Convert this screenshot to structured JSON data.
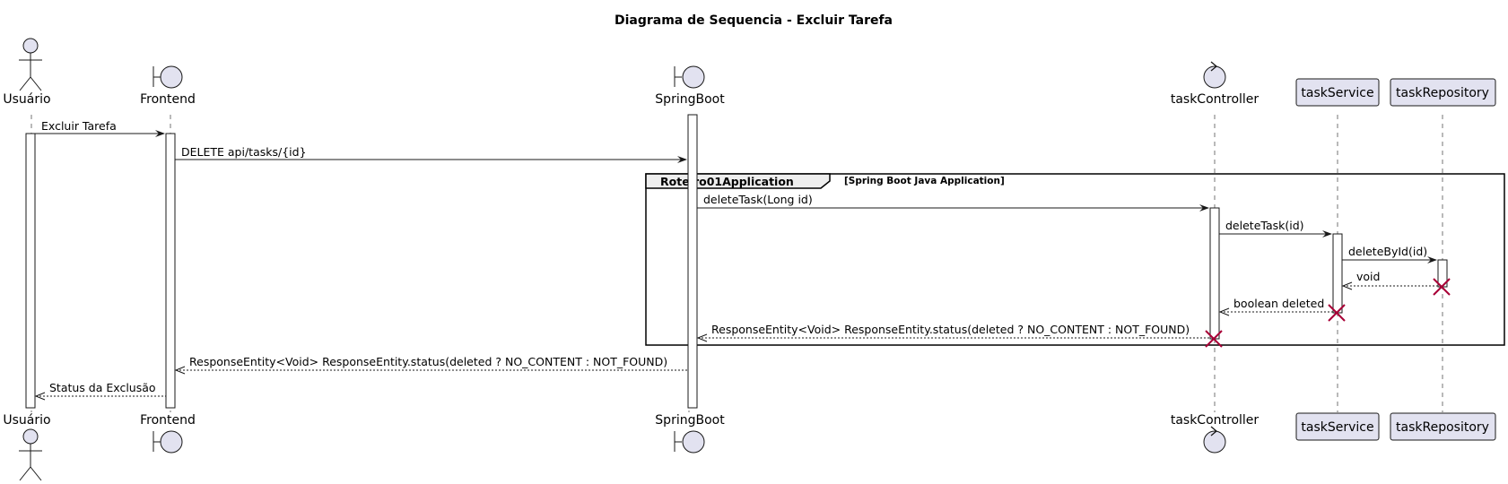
{
  "title": "Diagrama de Sequencia  - Excluir Tarefa",
  "participants": {
    "usuario": "Usuário",
    "frontend": "Frontend",
    "springboot": "SpringBoot",
    "taskController": "taskController",
    "taskService": "taskService",
    "taskRepository": "taskRepository"
  },
  "group": {
    "name": "Roteiro01Application",
    "label": "[Spring Boot Java Application]"
  },
  "messages": {
    "m1": "Excluir Tarefa",
    "m2": "DELETE api/tasks/{id}",
    "m3": "deleteTask(Long id)",
    "m4": "deleteTask(id)",
    "m5": "deleteById(id)",
    "m6": "void",
    "m7": "boolean deleted",
    "m8": "ResponseEntity<Void> ResponseEntity.status(deleted ? NO_CONTENT : NOT_FOUND)",
    "m9": "ResponseEntity<Void> ResponseEntity.status(deleted ? NO_CONTENT : NOT_FOUND)",
    "m10": "Status da Exclusão"
  },
  "colors": {
    "participant_fill": "#E2E2F0",
    "line": "#181818",
    "destroy": "#A80036"
  }
}
